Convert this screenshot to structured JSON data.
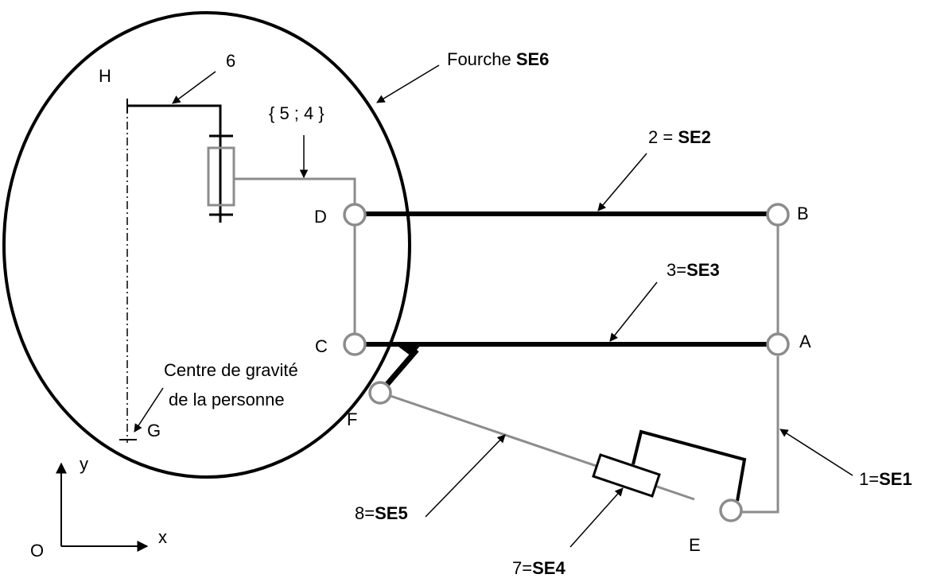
{
  "colors": {
    "black": "#000000",
    "gray": "#8c8c8c",
    "background": "#ffffff"
  },
  "labels": {
    "point_h": "H",
    "point_d": "D",
    "point_c": "C",
    "point_f": "F",
    "point_g": "G",
    "point_b": "B",
    "point_a": "A",
    "point_e": "E",
    "axis_origin": "O",
    "axis_x": "x",
    "axis_y": "y",
    "part_6": "6",
    "part_54": "{ 5 ; 4 }",
    "fourche_prefix": "Fourche ",
    "fourche_bold": "SE6",
    "se2_prefix": "2 = ",
    "se2_bold": "SE2",
    "se3_prefix": "3=",
    "se3_bold": "SE3",
    "se1_prefix": "1=",
    "se1_bold": "SE1",
    "se5_prefix": "8=",
    "se5_bold": "SE5",
    "se4_prefix": "7=",
    "se4_bold": "SE4",
    "gravity_line1": "Centre de gravité",
    "gravity_line2": "de la personne"
  }
}
